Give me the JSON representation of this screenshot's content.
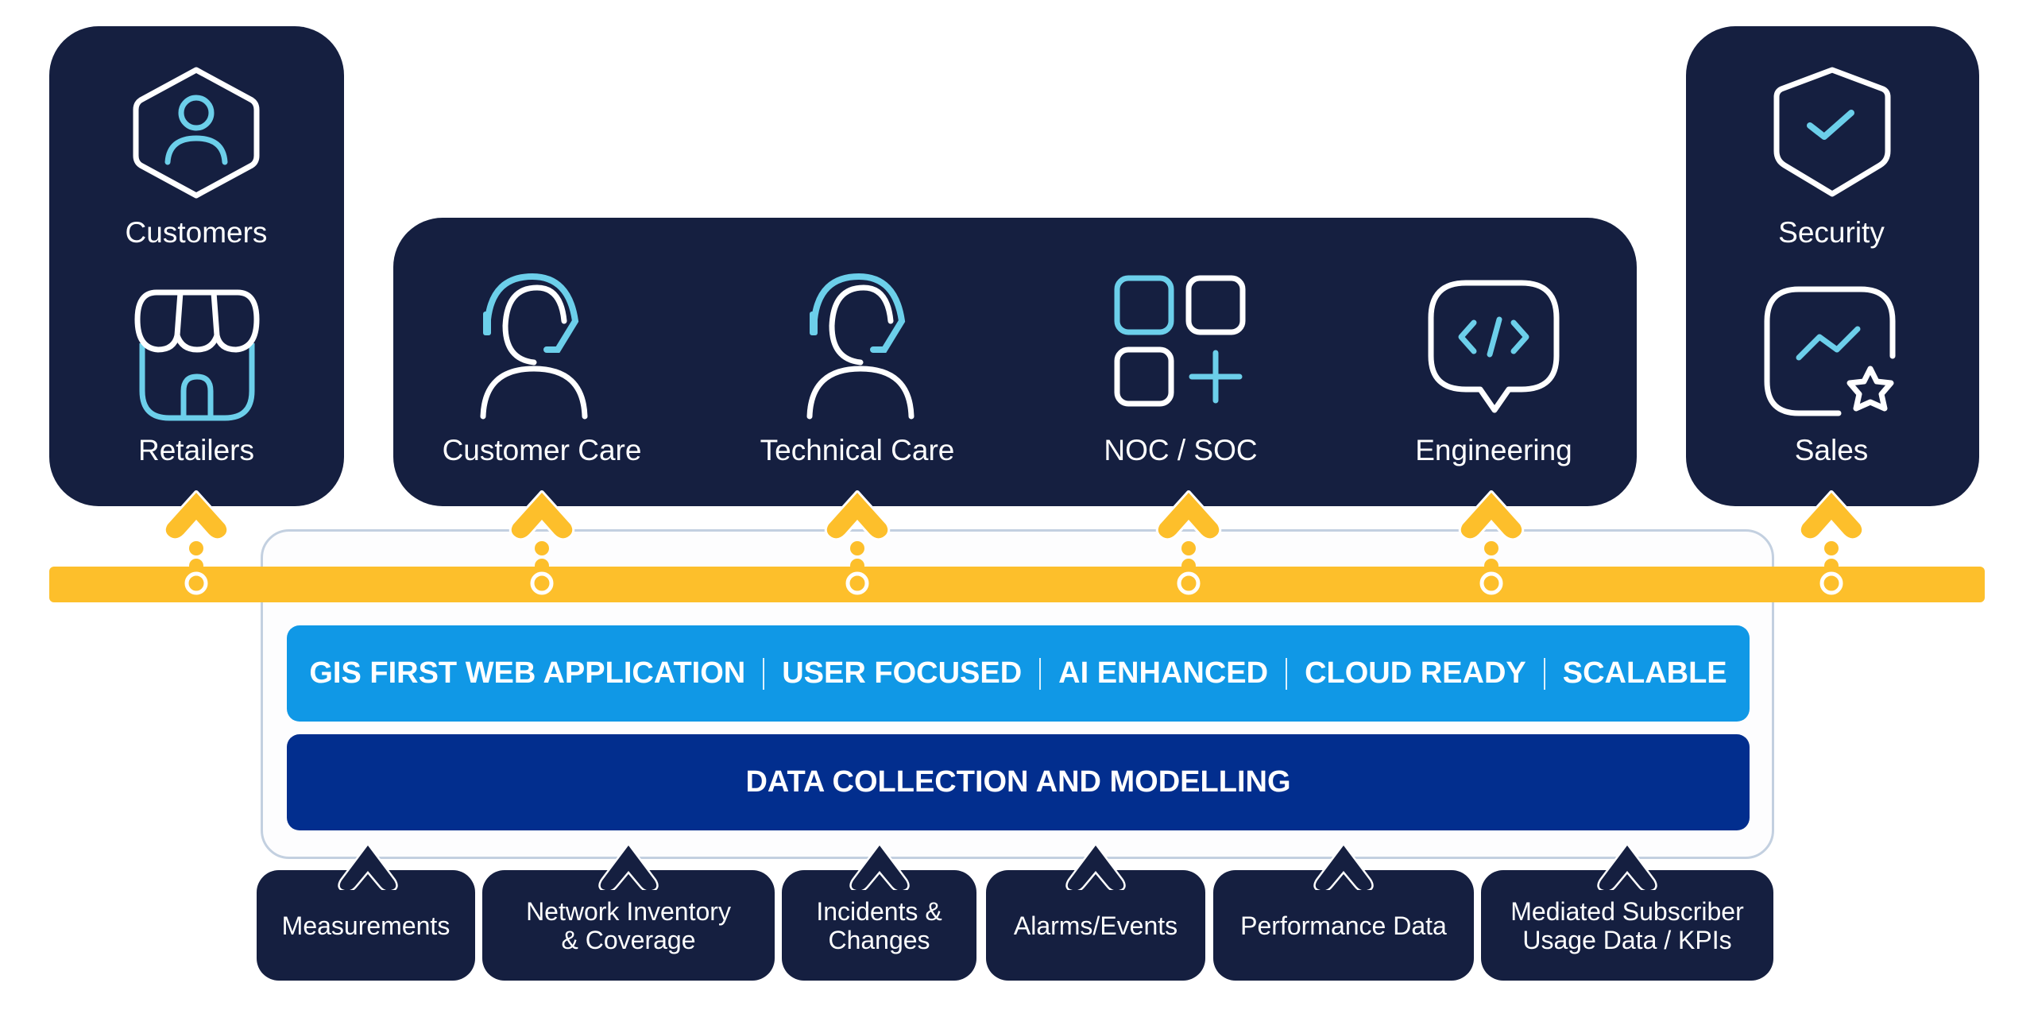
{
  "title": "GIS platform architecture diagram",
  "colors": {
    "card_bg": "#151f40",
    "accent_cyan": "#6ccfea",
    "bus_yellow": "#fdbf2b",
    "band_light_blue": "#1098e6",
    "band_dark_blue": "#022e8e",
    "container_border": "#c3d0e0"
  },
  "consumers": {
    "left_card": [
      {
        "label": "Customers",
        "icon": "user-hexagon-icon"
      },
      {
        "label": "Retailers",
        "icon": "storefront-icon"
      }
    ],
    "middle_card": [
      {
        "label": "Customer Care",
        "icon": "headset-agent-icon"
      },
      {
        "label": "Technical Care",
        "icon": "headset-agent-icon"
      },
      {
        "label": "NOC / SOC",
        "icon": "grid-plus-icon"
      },
      {
        "label": "Engineering",
        "icon": "code-chat-icon"
      }
    ],
    "right_card": [
      {
        "label": "Security",
        "icon": "shield-check-icon"
      },
      {
        "label": "Sales",
        "icon": "chart-star-icon"
      }
    ]
  },
  "platform": {
    "features": [
      "GIS FIRST WEB APPLICATION",
      "USER FOCUSED",
      "AI ENHANCED",
      "CLOUD READY",
      "SCALABLE"
    ],
    "data_layer": "DATA COLLECTION AND MODELLING"
  },
  "sources": [
    {
      "lines": [
        "Measurements"
      ]
    },
    {
      "lines": [
        "Network Inventory",
        "& Coverage"
      ]
    },
    {
      "lines": [
        "Incidents &",
        "Changes"
      ]
    },
    {
      "lines": [
        "Alarms/Events"
      ]
    },
    {
      "lines": [
        "Performance Data"
      ]
    },
    {
      "lines": [
        "Mediated Subscriber",
        "Usage Data / KPIs"
      ]
    }
  ]
}
